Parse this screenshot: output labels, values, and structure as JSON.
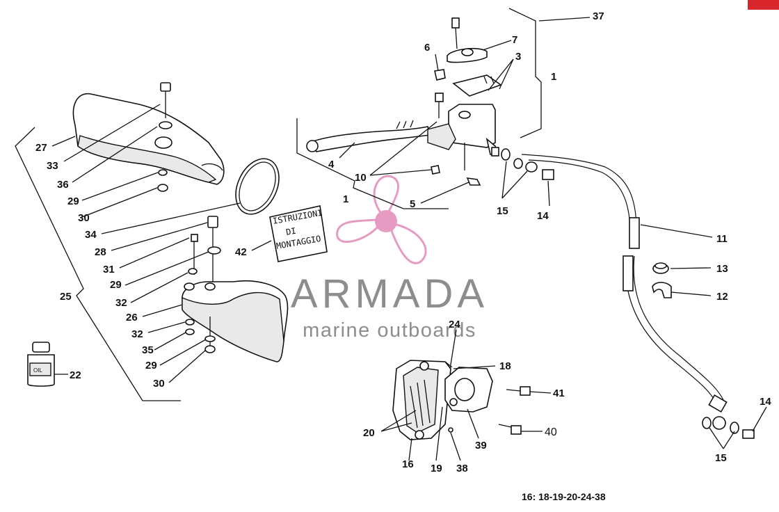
{
  "diagram": {
    "labels": [
      "37",
      "7",
      "6",
      "3",
      "1",
      "4",
      "10",
      "1",
      "5",
      "15",
      "14",
      "11",
      "13",
      "12",
      "27",
      "33",
      "36",
      "29",
      "30",
      "34",
      "28",
      "31",
      "42",
      "29",
      "32",
      "26",
      "25",
      "32",
      "35",
      "29",
      "30",
      "22",
      "24",
      "18",
      "41",
      "20",
      "16",
      "19",
      "38",
      "39",
      "40",
      "14",
      "15"
    ],
    "formula": "16: 18-19-20-24-38",
    "manual_text": [
      "ISTRUZIONI",
      "DI",
      "MONTAGGIO"
    ],
    "bottle_text": "OIL"
  },
  "watermark": {
    "brand": "ARMADA",
    "tagline": "marine outboards",
    "brand_color": "#7a7a7a",
    "logo_color": "#e28bb8"
  },
  "corner_tab_color": "#d9262c"
}
